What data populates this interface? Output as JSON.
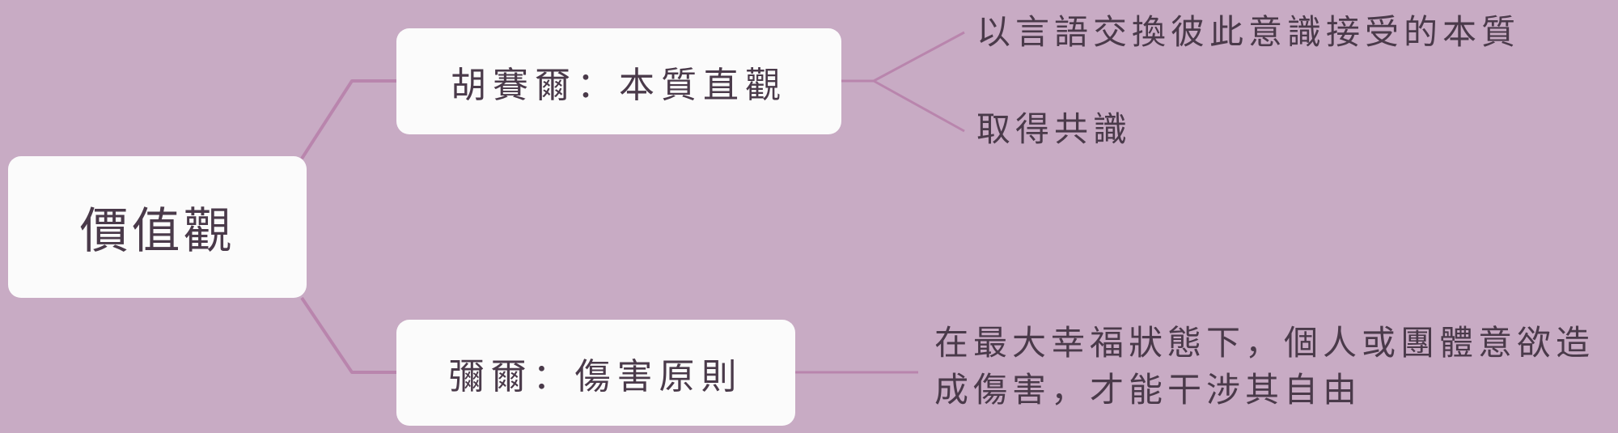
{
  "root": {
    "label": "價值觀"
  },
  "branches": [
    {
      "label": "胡賽爾：本質直觀",
      "children": [
        {
          "lines": [
            "以言語交換彼此意識接受的本質"
          ]
        },
        {
          "lines": [
            "取得共識"
          ]
        }
      ]
    },
    {
      "label": "彌爾：傷害原則",
      "children": [
        {
          "lines": [
            "在最大幸福狀態下，個人或團體意欲造",
            "成傷害，才能干涉其自由"
          ]
        }
      ]
    }
  ],
  "colors": {
    "background": "#c8abc4",
    "node_fill": "#fbfbfb",
    "connector": "#b985ad",
    "text": "#4a3a4a"
  }
}
